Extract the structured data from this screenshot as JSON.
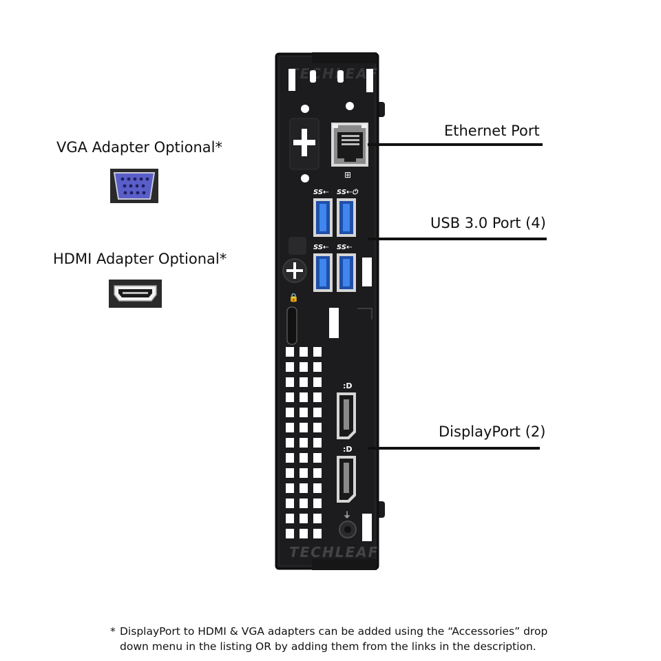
{
  "labels": {
    "ethernet": "Ethernet Port",
    "usb": "USB 3.0 Port (4)",
    "displayport": "DisplayPort (2)",
    "vga": "VGA Adapter Optional*",
    "hdmi": "HDMI Adapter Optional*"
  },
  "footnote": {
    "star": "*",
    "line1": "DisplayPort to HDMI & VGA adapters can be added using the “Accessories” drop",
    "line2": "down menu in the listing OR by adding them from the links in the description."
  },
  "watermark": "TECHLEAF",
  "usb_logo": "SS",
  "colors": {
    "case": "#1c1c1e",
    "usb_blue": "#2f6fd6",
    "vga_blue": "#4b4fb8",
    "leader": "#111111"
  }
}
